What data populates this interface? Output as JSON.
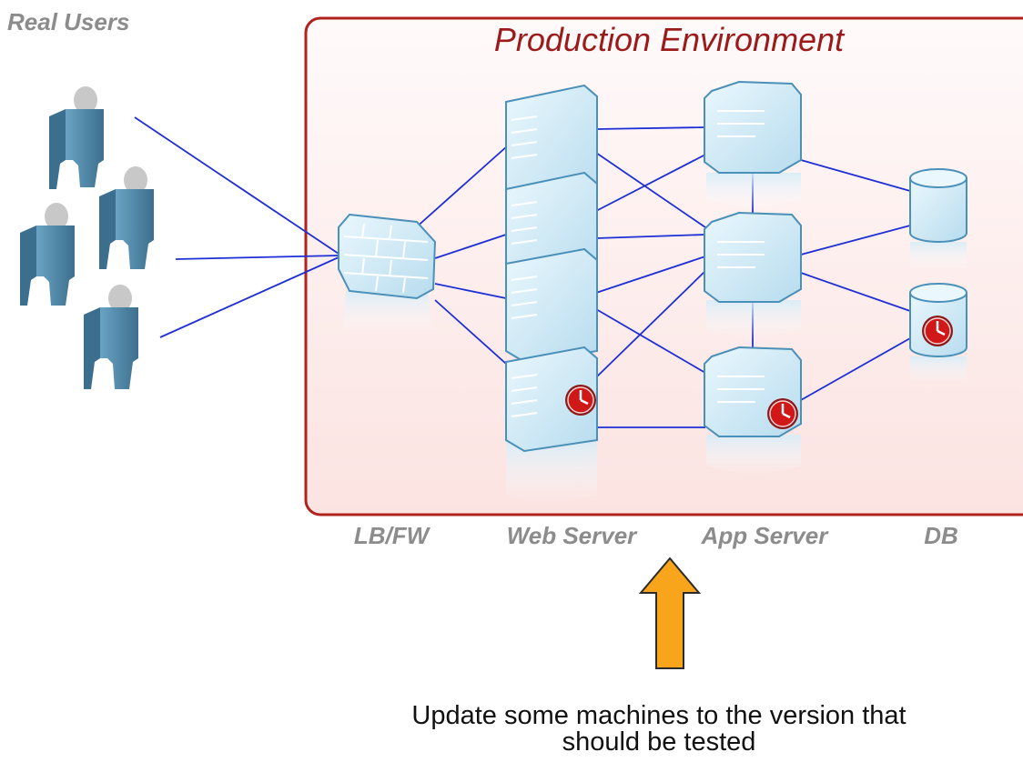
{
  "users_label": "Real Users",
  "environment": {
    "title": "Production Environment"
  },
  "tier_labels": {
    "lb": "LB/FW",
    "web": "Web Server",
    "app": "App Server",
    "db": "DB"
  },
  "caption": {
    "line1": "Update some machines to the version that",
    "line2": "should be tested"
  },
  "colors": {
    "environment_border": "#b0231c",
    "environment_fill": "#fdeceb",
    "link": "#1f2fd6",
    "user_figure": "#4f87a8",
    "server": "#cfe9f6",
    "arrow": "#f8a51b",
    "updated_marker": "#d01818"
  },
  "icons": {
    "user": "person-icon",
    "firewall": "firewall-icon",
    "web_server": "web-server-icon",
    "app_server": "app-server-icon",
    "database": "database-icon",
    "updated": "clock-icon",
    "arrow": "up-arrow-icon"
  },
  "updated_machines": [
    "web-server-4",
    "app-server-3",
    "database-2"
  ]
}
